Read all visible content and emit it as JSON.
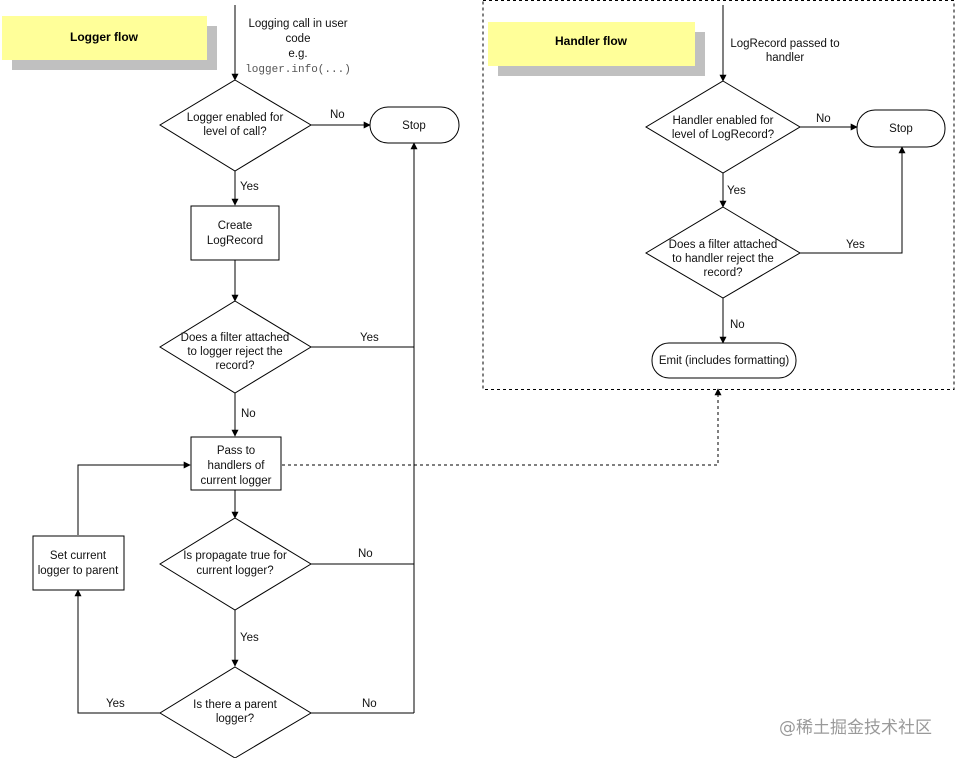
{
  "logger_flow": {
    "title": "Logger flow",
    "entry_line1": "Logging call in user",
    "entry_line2": "code",
    "entry_line3": "e.g.",
    "entry_code": "logger.info(...)",
    "enabled_line1": "Logger enabled for",
    "enabled_line2": "level of call?",
    "enabled_no": "No",
    "enabled_yes": "Yes",
    "stop": "Stop",
    "create_line1": "Create",
    "create_line2": "LogRecord",
    "filter_line1": "Does a filter attached",
    "filter_line2": "to logger reject the",
    "filter_line3": "record?",
    "filter_yes": "Yes",
    "filter_no": "No",
    "pass_line1": "Pass to",
    "pass_line2": "handlers of",
    "pass_line3": "current logger",
    "propagate_line1": "Is propagate true for",
    "propagate_line2": "current logger?",
    "propagate_no": "No",
    "propagate_yes": "Yes",
    "parent_line1": "Is there a parent",
    "parent_line2": "logger?",
    "parent_yes": "Yes",
    "parent_no": "No",
    "setparent_line1": "Set current",
    "setparent_line2": "logger to parent"
  },
  "handler_flow": {
    "title": "Handler flow",
    "entry_line1": "LogRecord passed to",
    "entry_line2": "handler",
    "enabled_line1": "Handler enabled for",
    "enabled_line2": "level of LogRecord?",
    "enabled_no": "No",
    "enabled_yes": "Yes",
    "stop": "Stop",
    "filter_line1": "Does a filter attached",
    "filter_line2": "to handler reject the",
    "filter_line3": "record?",
    "filter_yes": "Yes",
    "filter_no": "No",
    "emit": "Emit (includes formatting)"
  },
  "watermark": "@稀土掘金技术社区",
  "colors": {
    "note_fill": "#ffff99",
    "note_shadow": "#c0c0c0",
    "stroke": "#000000"
  }
}
